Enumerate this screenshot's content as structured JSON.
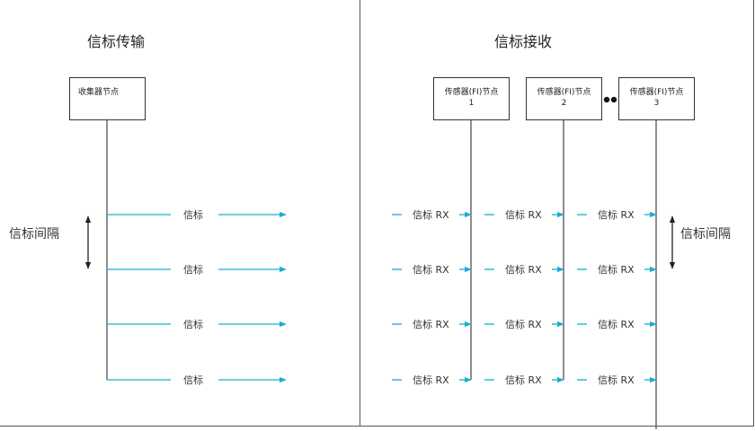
{
  "left_panel": {
    "title": "信标传输",
    "node_label": "收集器节点",
    "beacon_label": "信标",
    "interval_label": "信标间隔"
  },
  "right_panel": {
    "title": "信标接收",
    "nodes": [
      {
        "line1": "传感器(FI)节点",
        "line2": "1"
      },
      {
        "line1": "传感器(FI)节点",
        "line2": "2"
      },
      {
        "line1": "传感器(FI)节点",
        "line2": "3"
      }
    ],
    "rx_label": "信标 RX",
    "interval_label": "信标间隔"
  },
  "colors": {
    "arrow": "#1aaed0",
    "line": "#444444",
    "border": "#333333"
  }
}
